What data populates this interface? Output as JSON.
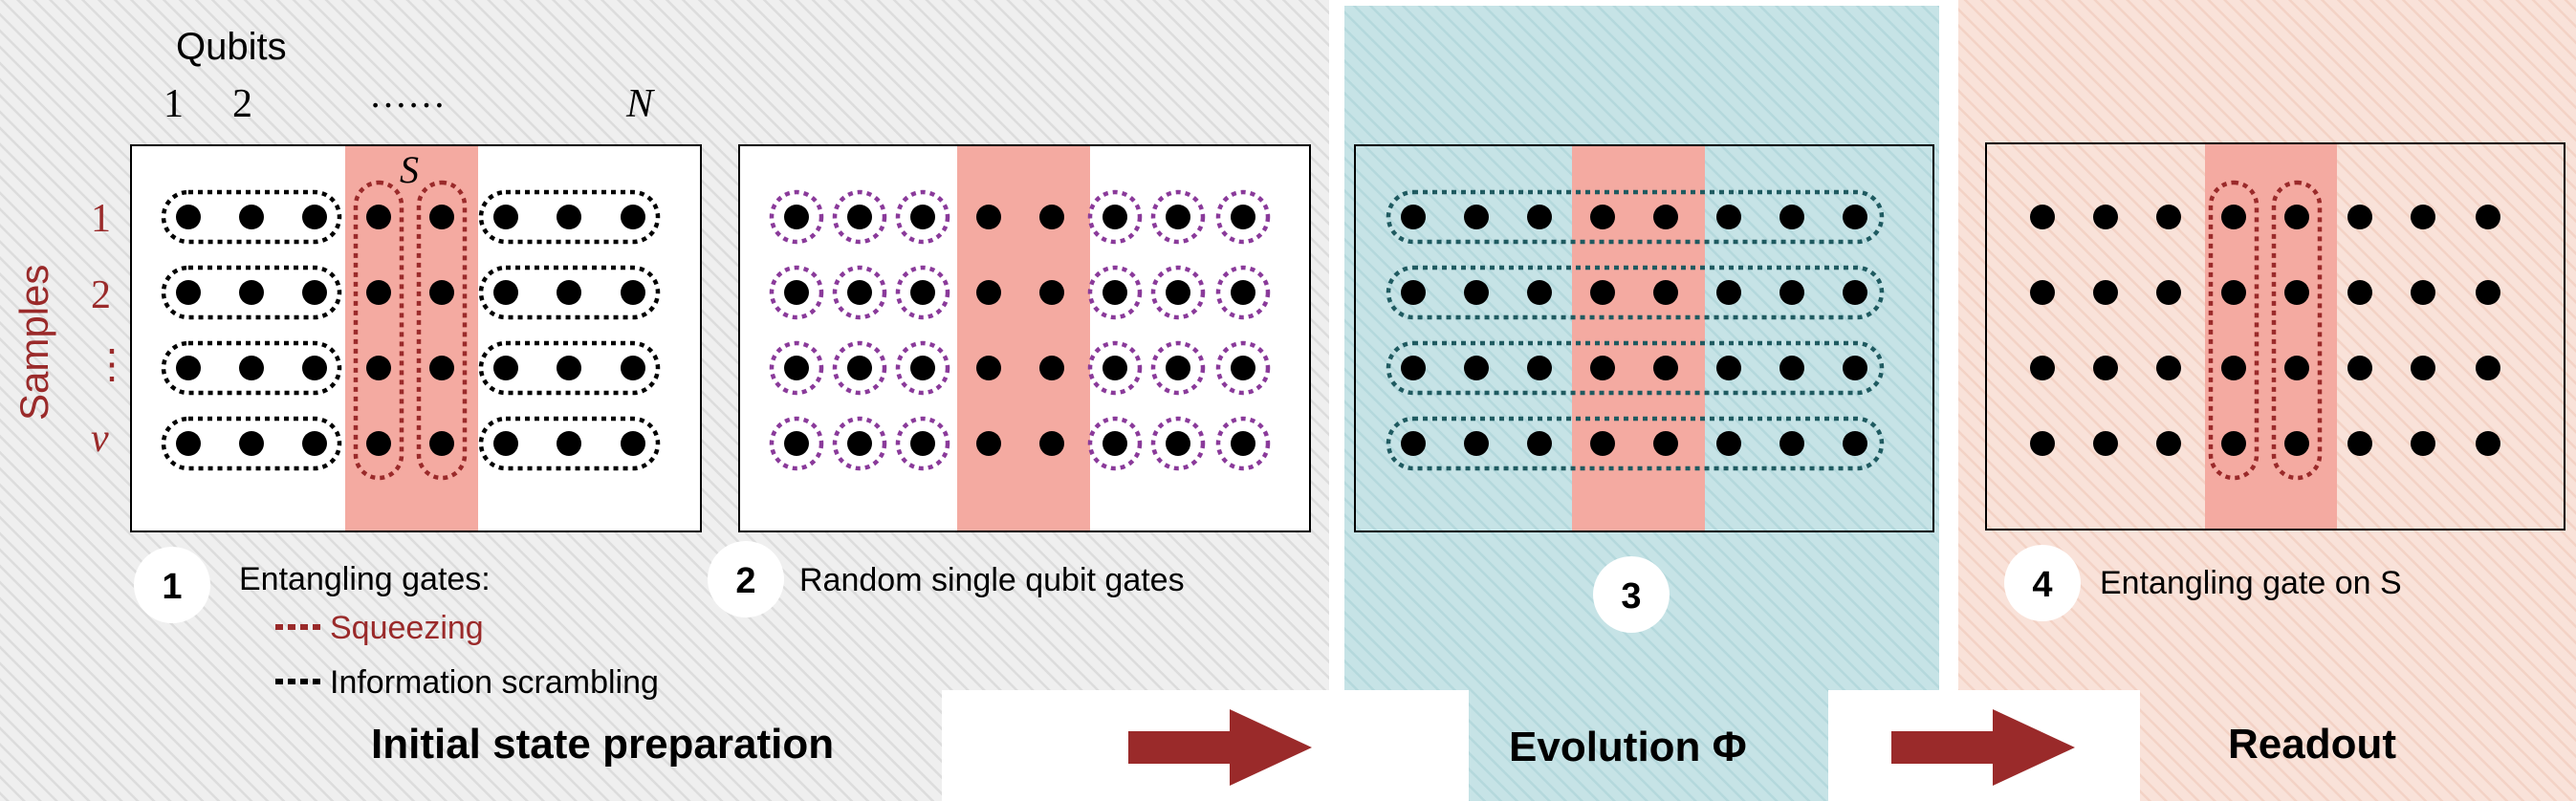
{
  "colors": {
    "gray_bg": "#eeeeee",
    "teal_bg": "#c2e1e4",
    "peach_bg": "#f9e1d8",
    "subsystem": "#f4aaa1",
    "dark_red": "#9a2a2a",
    "purple": "#8a3a9a",
    "teal_dash": "#1f5a60",
    "dot": "#000000"
  },
  "labels": {
    "qubits": "Qubits",
    "qubit_1": "1",
    "qubit_2": "2",
    "qubit_ellipsis": "……",
    "qubit_N": "N",
    "subsystem_S": "S",
    "samples": "Samples",
    "sample_1": "1",
    "sample_2": "2",
    "sample_ellipsis": "⋮",
    "sample_nu": "ν"
  },
  "steps": [
    {
      "number": "1",
      "text": "Entangling gates:"
    },
    {
      "number": "2",
      "text": "Random single qubit gates"
    },
    {
      "number": "3",
      "text": ""
    },
    {
      "number": "4",
      "text": "Entangling gate on S"
    }
  ],
  "legend": {
    "squeezing": "Squeezing",
    "scrambling": "Information scrambling"
  },
  "stages": {
    "initial": "Initial state preparation",
    "evolution": "Evolution Φ",
    "readout": "Readout"
  }
}
